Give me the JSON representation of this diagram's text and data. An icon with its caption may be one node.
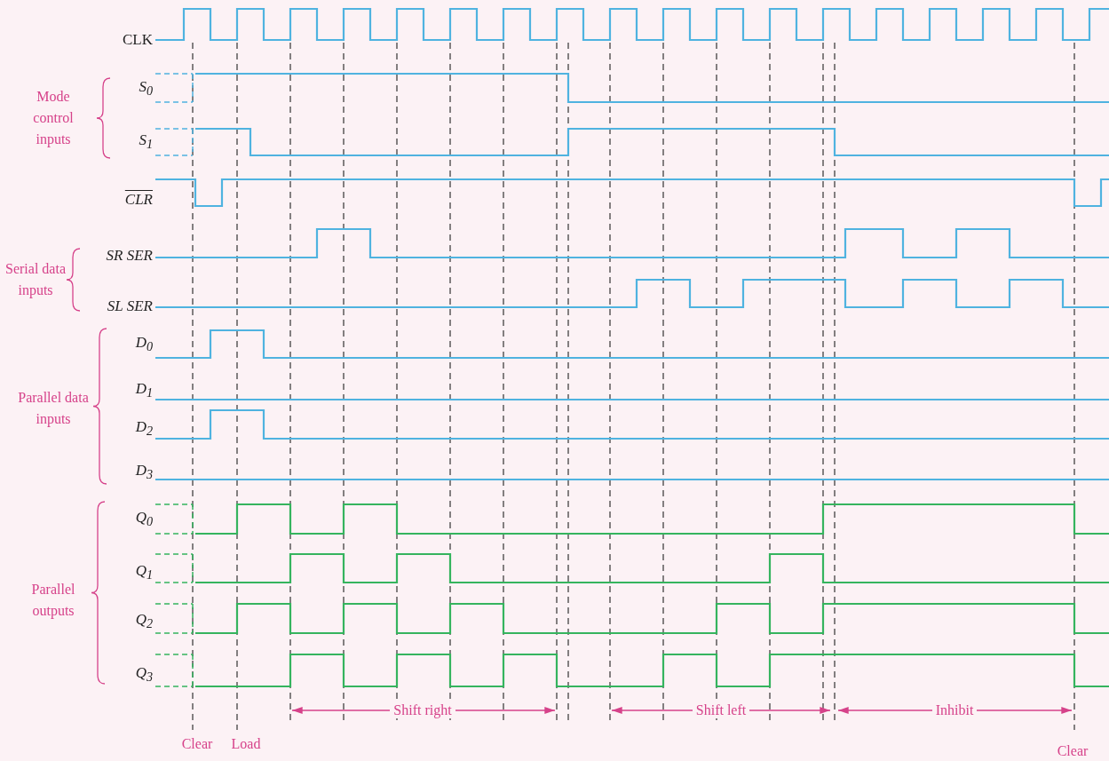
{
  "diagram": {
    "labels": [
      "CLK",
      "Mode control inputs",
      "S$_{0}$",
      "S$_{1}$",
      "CLR",
      "Serial data inputs",
      "SR SER",
      "SL SER",
      "Parallel data inputs",
      "D$_{0}$",
      "D$_{1}$",
      "D$_{2}$",
      "D$_{3}$",
      "Parallel outputs",
      "Q$_{0}$",
      "Q$_{1}$",
      "Q$_{2}$",
      "Q$_{3}$",
      "Shift right",
      "Shift left",
      "Inhibit",
      "Clear",
      "Load",
      "Clear"
    ]
  }
}
